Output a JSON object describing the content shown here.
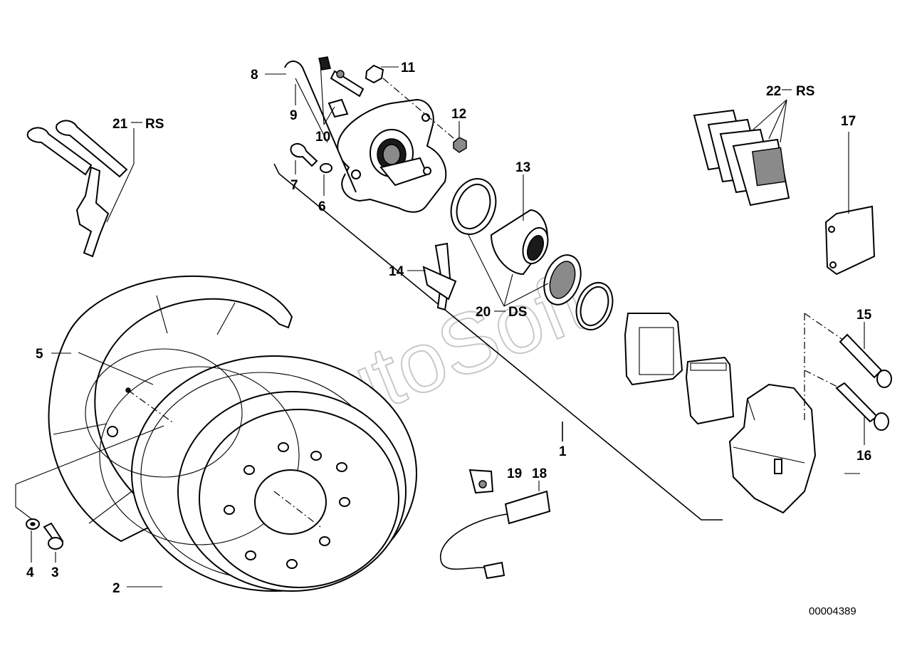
{
  "diagram": {
    "reference_number": "00004389",
    "watermark": "AutoSoft",
    "callouts": {
      "c1": "1",
      "c2": "2",
      "c3": "3",
      "c4": "4",
      "c5": "5",
      "c6": "6",
      "c7": "7",
      "c8": "8",
      "c9": "9",
      "c10": "10",
      "c11": "11",
      "c12": "12",
      "c13": "13",
      "c14": "14",
      "c15": "15",
      "c16": "16",
      "c17": "17",
      "c18": "18",
      "c19": "19",
      "c20": "20",
      "c21": "21",
      "c22": "22",
      "ds": "DS",
      "rs21": "RS",
      "rs22": "RS"
    }
  }
}
